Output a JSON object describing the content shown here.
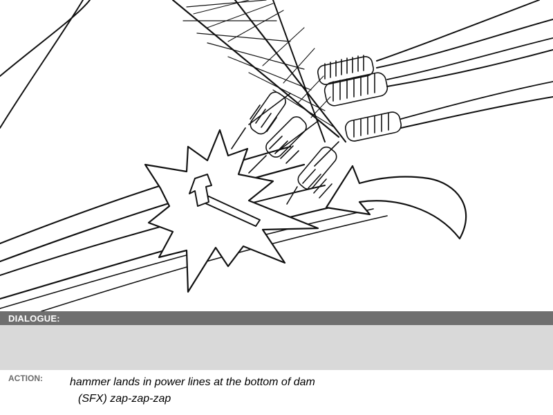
{
  "storyboard": {
    "dialogue": {
      "label": "DIALOGUE:",
      "text": ""
    },
    "action": {
      "label": "ACTION:",
      "lines": [
        "hammer lands in power lines at the bottom of dam",
        "(SFX) zap-zap-zap"
      ]
    }
  }
}
